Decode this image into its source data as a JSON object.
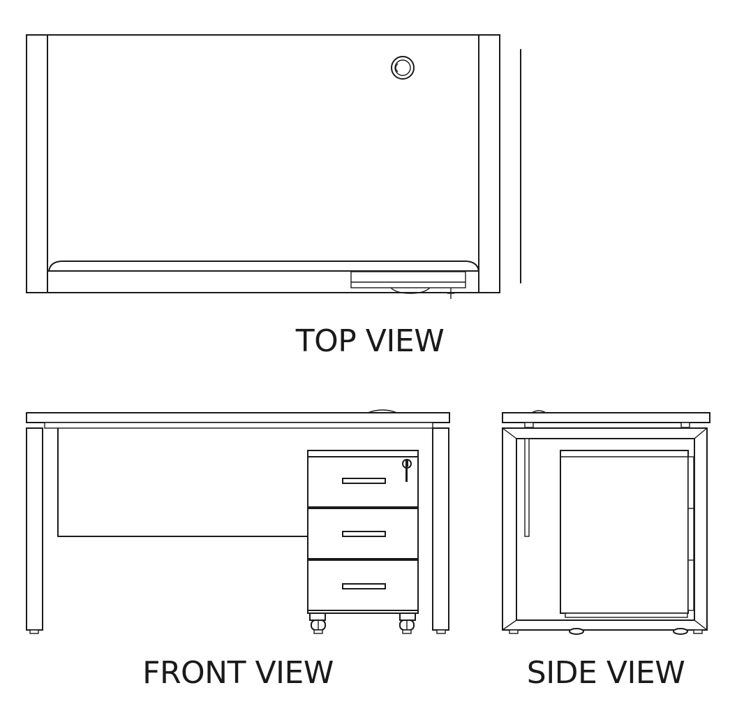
{
  "diagram": {
    "views": [
      {
        "id": "top",
        "label": "TOP VIEW"
      },
      {
        "id": "front",
        "label": "FRONT VIEW"
      },
      {
        "id": "side",
        "label": "SIDE VIEW"
      }
    ]
  }
}
